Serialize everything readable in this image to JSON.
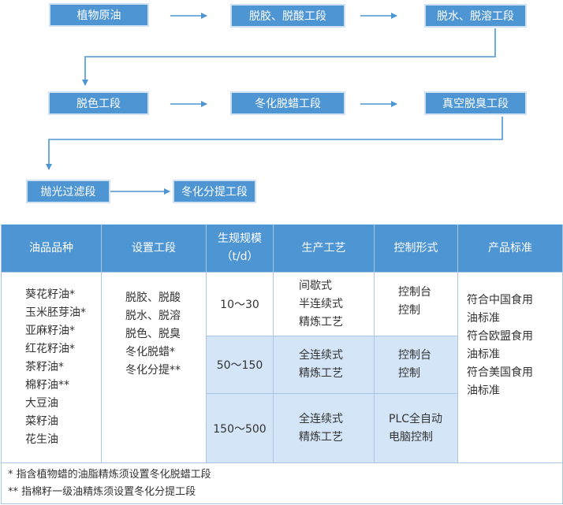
{
  "flow": {
    "steps": [
      "植物原油",
      "脱胶、脱酸工段",
      "脱水、脱溶工段",
      "脱色工段",
      "冬化脱蜡工段",
      "真空脱臭工段",
      "抛光过滤段",
      "冬化分提工段"
    ],
    "colors": {
      "box": "#4e95d3",
      "arrow": "#4e95d3"
    }
  },
  "table": {
    "headers": [
      "油品品种",
      "设置工段",
      "生规规模",
      "（t/d）",
      "生产工艺",
      "控制形式",
      "产品标准"
    ],
    "oil_types": [
      "葵花籽油*",
      "玉米胚芽油*",
      "亚麻籽油*",
      "红花籽油*",
      "茶籽油*",
      "棉籽油**",
      "大豆油",
      "菜籽油",
      "花生油"
    ],
    "sections": [
      "脱胶、脱酸",
      "脱水、脱溶",
      "脱色、脱臭",
      "冬化脱蜡*",
      "冬化分提**"
    ],
    "rows": [
      {
        "scale": "10～30",
        "process": [
          "间歇式",
          "半连续式",
          "精炼工艺"
        ],
        "control": [
          "控制台",
          "控制"
        ]
      },
      {
        "scale": "50～150",
        "process": [
          "全连续式",
          "精炼工艺"
        ],
        "control": [
          "控制台",
          "控制"
        ]
      },
      {
        "scale": "150～500",
        "process": [
          "全连续式",
          "精炼工艺"
        ],
        "control": [
          "PLC全自动",
          "电脑控制"
        ]
      }
    ],
    "standards": [
      "符合中国食用",
      "油标准",
      "符合欧盟食用",
      "油标准",
      "符合美国食用",
      "油标准"
    ],
    "notes": [
      "*  指含植物蜡的油脂精炼须设置冬化脱蜡工段",
      "** 指棉籽一级油精炼须设置冬化分提工段"
    ],
    "colors": {
      "header": "#4e95d3",
      "highlight": "#d3e5f6",
      "border": "#a9c6e2"
    }
  }
}
